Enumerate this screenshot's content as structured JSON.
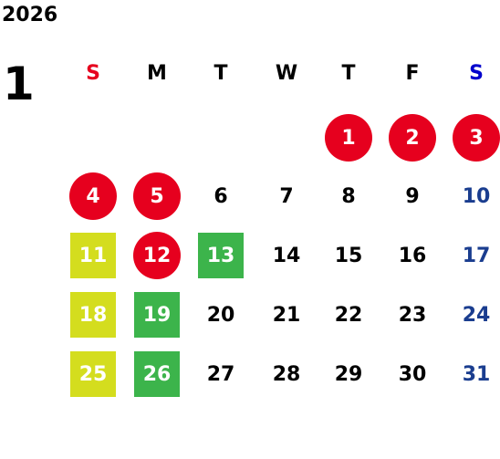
{
  "year": "2026",
  "month": "1",
  "colors": {
    "text": "#000000",
    "sunday_header": "#e6001e",
    "saturday_header": "#0000cc",
    "saturday_date": "#1a3d8f",
    "holiday_circle": "#e6001e",
    "yellow_green": "#d4dd1e",
    "green": "#3cb44b",
    "on_mark_text": "#ffffff"
  },
  "weekdays": [
    {
      "label": "S",
      "type": "sun"
    },
    {
      "label": "M",
      "type": "wk"
    },
    {
      "label": "T",
      "type": "wk"
    },
    {
      "label": "W",
      "type": "wk"
    },
    {
      "label": "T",
      "type": "wk"
    },
    {
      "label": "F",
      "type": "wk"
    },
    {
      "label": "S",
      "type": "sat"
    }
  ],
  "first_day_column": 4,
  "days": [
    {
      "day": "1",
      "mark": "holiday"
    },
    {
      "day": "2",
      "mark": "holiday"
    },
    {
      "day": "3",
      "mark": "holiday"
    },
    {
      "day": "4",
      "mark": "holiday"
    },
    {
      "day": "5",
      "mark": "holiday"
    },
    {
      "day": "6",
      "mark": ""
    },
    {
      "day": "7",
      "mark": ""
    },
    {
      "day": "8",
      "mark": ""
    },
    {
      "day": "9",
      "mark": ""
    },
    {
      "day": "10",
      "mark": ""
    },
    {
      "day": "11",
      "mark": "yellow"
    },
    {
      "day": "12",
      "mark": "holiday"
    },
    {
      "day": "13",
      "mark": "green"
    },
    {
      "day": "14",
      "mark": ""
    },
    {
      "day": "15",
      "mark": ""
    },
    {
      "day": "16",
      "mark": ""
    },
    {
      "day": "17",
      "mark": ""
    },
    {
      "day": "18",
      "mark": "yellow"
    },
    {
      "day": "19",
      "mark": "green"
    },
    {
      "day": "20",
      "mark": ""
    },
    {
      "day": "21",
      "mark": ""
    },
    {
      "day": "22",
      "mark": ""
    },
    {
      "day": "23",
      "mark": ""
    },
    {
      "day": "24",
      "mark": ""
    },
    {
      "day": "25",
      "mark": "yellow"
    },
    {
      "day": "26",
      "mark": "green"
    },
    {
      "day": "27",
      "mark": ""
    },
    {
      "day": "28",
      "mark": ""
    },
    {
      "day": "29",
      "mark": ""
    },
    {
      "day": "30",
      "mark": ""
    },
    {
      "day": "31",
      "mark": ""
    }
  ]
}
